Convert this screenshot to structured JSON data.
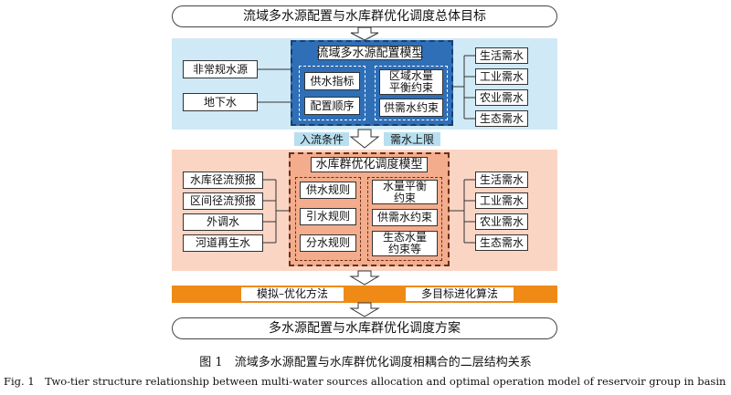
{
  "top_goal": "流域多水源配置与水库群优化调度总体目标",
  "model1": {
    "title": "流域多水源配置模型",
    "sources": [
      "非常规水源",
      "地下水"
    ],
    "left_inner": [
      "供水指标",
      "配置顺序"
    ],
    "right_inner": [
      "区域水量\n平衡约束",
      "供需水约束"
    ],
    "demands": [
      "生活需水",
      "工业需水",
      "农业需水",
      "生态需水"
    ]
  },
  "links": {
    "inflow": "入流条件",
    "upper": "需水上限"
  },
  "model2": {
    "title": "水库群优化调度模型",
    "sources": [
      "水库径流预报",
      "区间径流预报",
      "外调水",
      "河道再生水"
    ],
    "left_inner": [
      "供水规则",
      "引水规则",
      "分水规则"
    ],
    "right_inner": [
      "水量平衡\n约束",
      "供需水约束",
      "生态水量\n约束等"
    ],
    "demands": [
      "生活需水",
      "工业需水",
      "农业需水",
      "生态需水"
    ]
  },
  "methods": {
    "left": "模拟–优化方法",
    "right": "多目标进化算法"
  },
  "result": "多水源配置与水库群优化调度方案",
  "caption": {
    "zh": "图 1　流域多水源配置与水库群优化调度相耦合的二层结构关系",
    "en": "Fig. 1　Two-tier structure relationship between multi-water sources allocation and optimal operation model of reservoir group in basin"
  },
  "colors": {
    "panel1": "#cfe9f6",
    "panel2": "#fbd5c4",
    "model1_fill": "#2f6fb7",
    "model2_fill": "#f3ac8c",
    "orange_band": "#f08a17",
    "tag_fill": "#b7dff0",
    "arrow_fill": "#ffffff"
  }
}
